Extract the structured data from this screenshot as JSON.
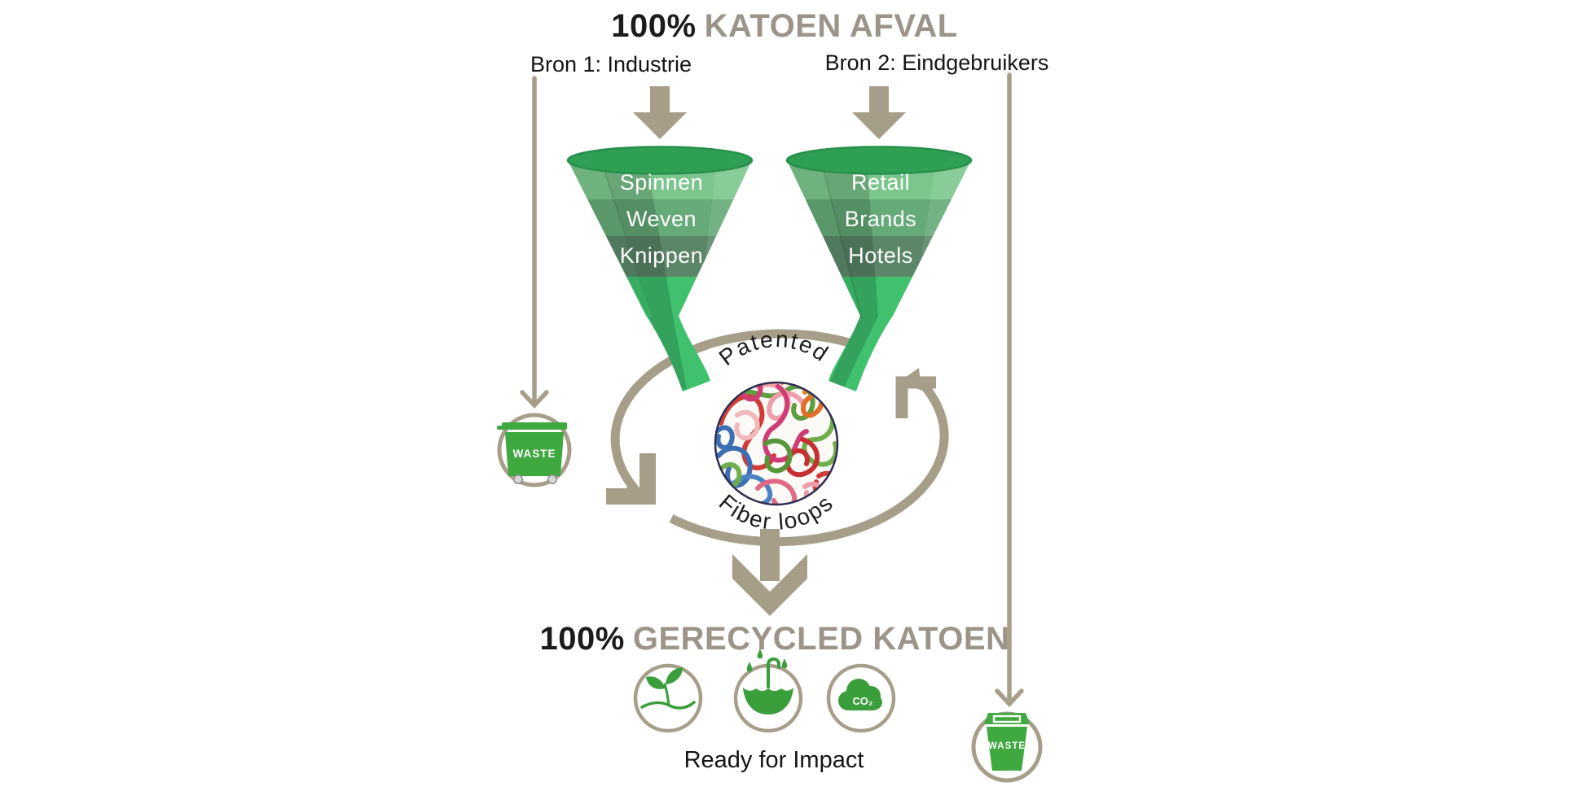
{
  "title": {
    "prefix": "100%",
    "rest": "KATOEN AFVAL"
  },
  "sources": [
    {
      "label": "Bron 1: Industrie"
    },
    {
      "label": "Bron 2: Eindgebruikers"
    }
  ],
  "funnels": [
    {
      "stages": [
        "Spinnen",
        "Weven",
        "Knippen"
      ]
    },
    {
      "stages": [
        "Retail",
        "Brands",
        "Hotels"
      ]
    }
  ],
  "loop": {
    "top_label": "Patented",
    "bottom_label": "Fiber loops"
  },
  "waste": {
    "left_label": "WASTE",
    "right_label": "WASTE"
  },
  "result": {
    "prefix": "100%",
    "rest": "GERECYCLED KATOEN"
  },
  "impact": {
    "caption": "Ready for Impact",
    "co2_label": "CO₂",
    "icons": [
      "seedling-icon",
      "umbrella-water-icon",
      "co2-cloud-icon"
    ]
  },
  "colors": {
    "taupe": "#a79e8a",
    "title_gray": "#9c9488",
    "funnel_rim": "#2f9f53",
    "band_1": "#7cc68e",
    "band_2": "#65aa78",
    "band_3": "#5b8768",
    "band_bottom": "#3fc16e",
    "bin_green": "#3fa83e",
    "icon_green": "#3a9e3b",
    "fiber_border": "#2e2c52",
    "fiber_palette": [
      "#d23b35",
      "#5d9e3e",
      "#3c6fb4",
      "#ef9daa",
      "#cf3d76",
      "#e06d28",
      "#6fae4a",
      "#c63030",
      "#4a83c4",
      "#e06a84",
      "#f2b9bd",
      "#e8842e"
    ]
  }
}
